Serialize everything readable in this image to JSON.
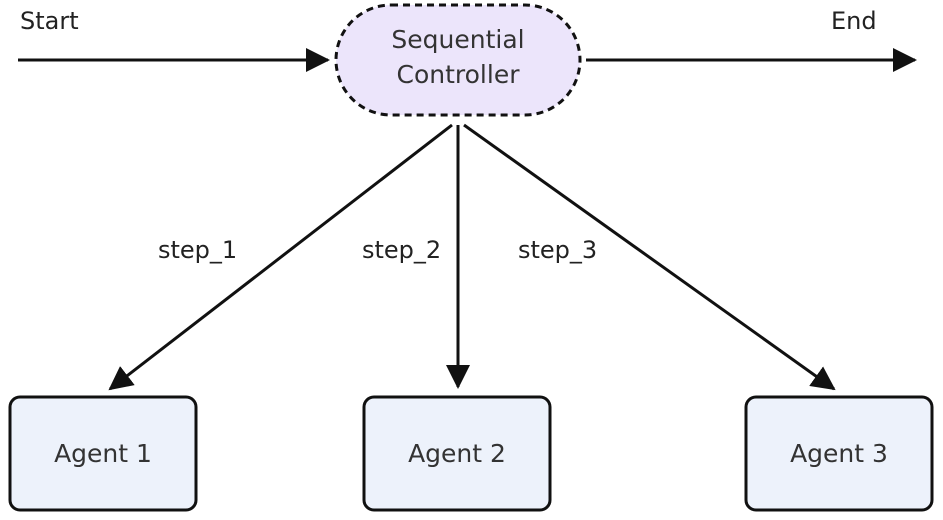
{
  "flow": {
    "start_label": "Start",
    "end_label": "End"
  },
  "controller": {
    "line1": "Sequential",
    "line2": "Controller",
    "fill": "#ece5fb",
    "border": "#111111"
  },
  "edges": [
    {
      "label": "step_1"
    },
    {
      "label": "step_2"
    },
    {
      "label": "step_3"
    }
  ],
  "agents": [
    {
      "label": "Agent 1"
    },
    {
      "label": "Agent 2"
    },
    {
      "label": "Agent 3"
    }
  ],
  "colors": {
    "agent_fill": "#edf2fb",
    "agent_border": "#111111",
    "line": "#111111"
  }
}
